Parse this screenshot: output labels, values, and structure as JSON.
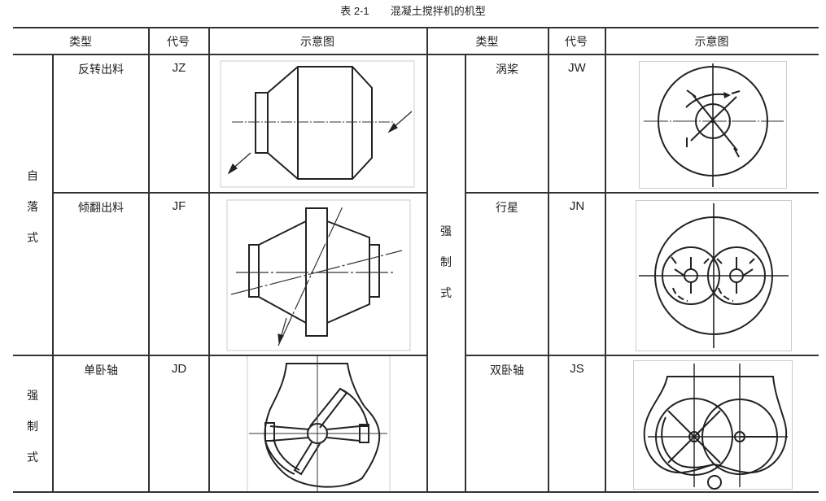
{
  "caption": {
    "number": "表 2-1",
    "title": "混凝土搅拌机的机型"
  },
  "header": {
    "left": {
      "type": "类型",
      "code": "代号",
      "diagram": "示意图"
    },
    "right": {
      "type": "类型",
      "code": "代号",
      "diagram": "示意图"
    }
  },
  "groups": {
    "free_fall": "自落式",
    "forced_left": "强制式",
    "forced_right": "强制式",
    "free_fall_chars": [
      "自",
      "落",
      "式"
    ],
    "forced_left_chars": [
      "强",
      "制",
      "式"
    ],
    "forced_right_chars": [
      "强",
      "制",
      "式"
    ]
  },
  "rows": [
    {
      "type": "反转出料",
      "code": "JZ",
      "diagram": "reverse-discharge-drum-diagram"
    },
    {
      "type": "倾翻出料",
      "code": "JF",
      "diagram": "tilting-discharge-drum-diagram"
    },
    {
      "type": "单卧轴",
      "code": "JD",
      "diagram": "single-horizontal-shaft-diagram"
    },
    {
      "type": "涡桨",
      "code": "JW",
      "diagram": "turbine-paddle-diagram"
    },
    {
      "type": "行星",
      "code": "JN",
      "diagram": "planetary-diagram"
    },
    {
      "type": "双卧轴",
      "code": "JS",
      "diagram": "twin-horizontal-shaft-diagram"
    }
  ]
}
